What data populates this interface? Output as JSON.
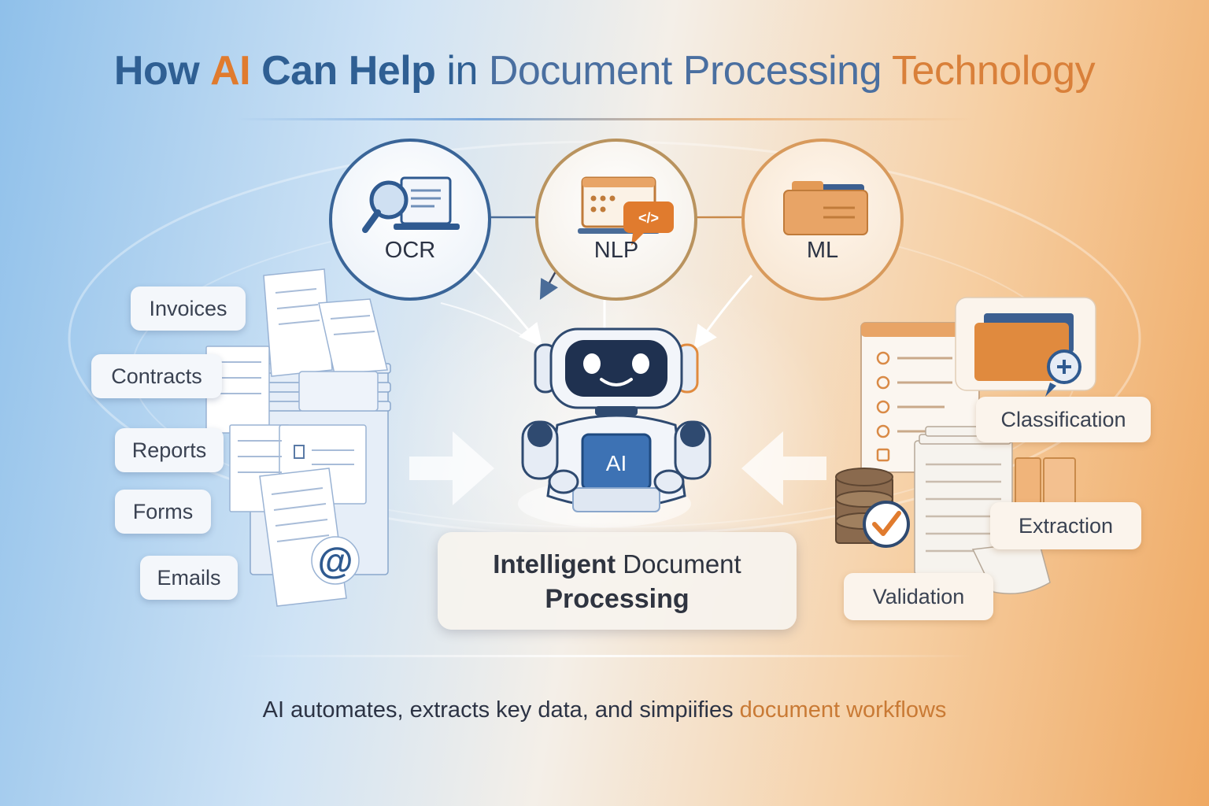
{
  "title": {
    "w1": "How",
    "w2": "AI",
    "w3": "Can Help",
    "w4": "in",
    "w5": "Document Processing",
    "w6": "Technology"
  },
  "technologies": [
    {
      "label": "OCR",
      "icon": "magnifier-on-laptop-icon"
    },
    {
      "label": "NLP",
      "icon": "code-speech-bubble-icon"
    },
    {
      "label": "ML",
      "icon": "folder-icon"
    }
  ],
  "inputs": [
    "Invoices",
    "Contracts",
    "Reports",
    "Forms",
    "Emails"
  ],
  "outputs": [
    "Classification",
    "Extraction",
    "Validation"
  ],
  "center": {
    "badge": "AI",
    "line1_bold": "Intelligent",
    "line1_rest": "Document",
    "line2": "Processing"
  },
  "email_symbol": "@",
  "tagline": {
    "main": "AI automates, extracts key data, and simpiifies",
    "highlight": "document workflows"
  },
  "colors": {
    "blue": "#2f5f93",
    "orange": "#e07b2e",
    "text": "#2c3344"
  }
}
